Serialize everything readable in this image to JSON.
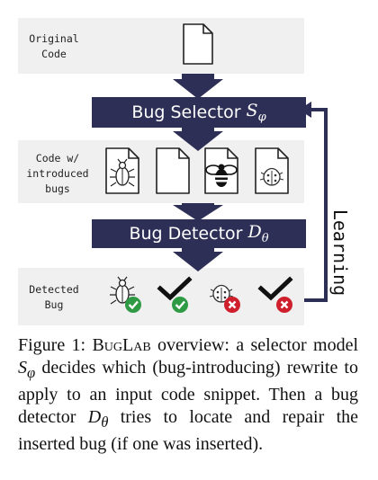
{
  "labels": {
    "original_code": "Original Code",
    "introduced_bugs": "Code w/ introduced bugs",
    "detected_bug": "Detected Bug"
  },
  "bars": {
    "selector_text": "Bug Selector",
    "selector_symbol": "S",
    "selector_sub": "φ",
    "detector_text": "Bug Detector",
    "detector_symbol": "D",
    "detector_sub": "θ"
  },
  "learning": "Learning",
  "figure_label": "Figure 1:",
  "figure_name": "BugLab",
  "caption_a": "overview: a selector model",
  "caption_sym1": "S",
  "caption_sub1": "φ",
  "caption_b": "decides which (bug-introducing) rewrite to apply to an input code snippet. Then a bug detector",
  "caption_sym2": "D",
  "caption_sub2": "θ",
  "caption_c": "tries to locate and repair the inserted bug (if one was inserted).",
  "colors": {
    "bar": "#2e2f56",
    "panel": "#f0f0f0",
    "check_green": "#2f9a44",
    "cross_red": "#cf1f2d"
  },
  "icons": [
    "document-icon",
    "beetle-document-icon",
    "bee-icon",
    "ladybug-document-icon",
    "check-icon",
    "cross-icon"
  ]
}
